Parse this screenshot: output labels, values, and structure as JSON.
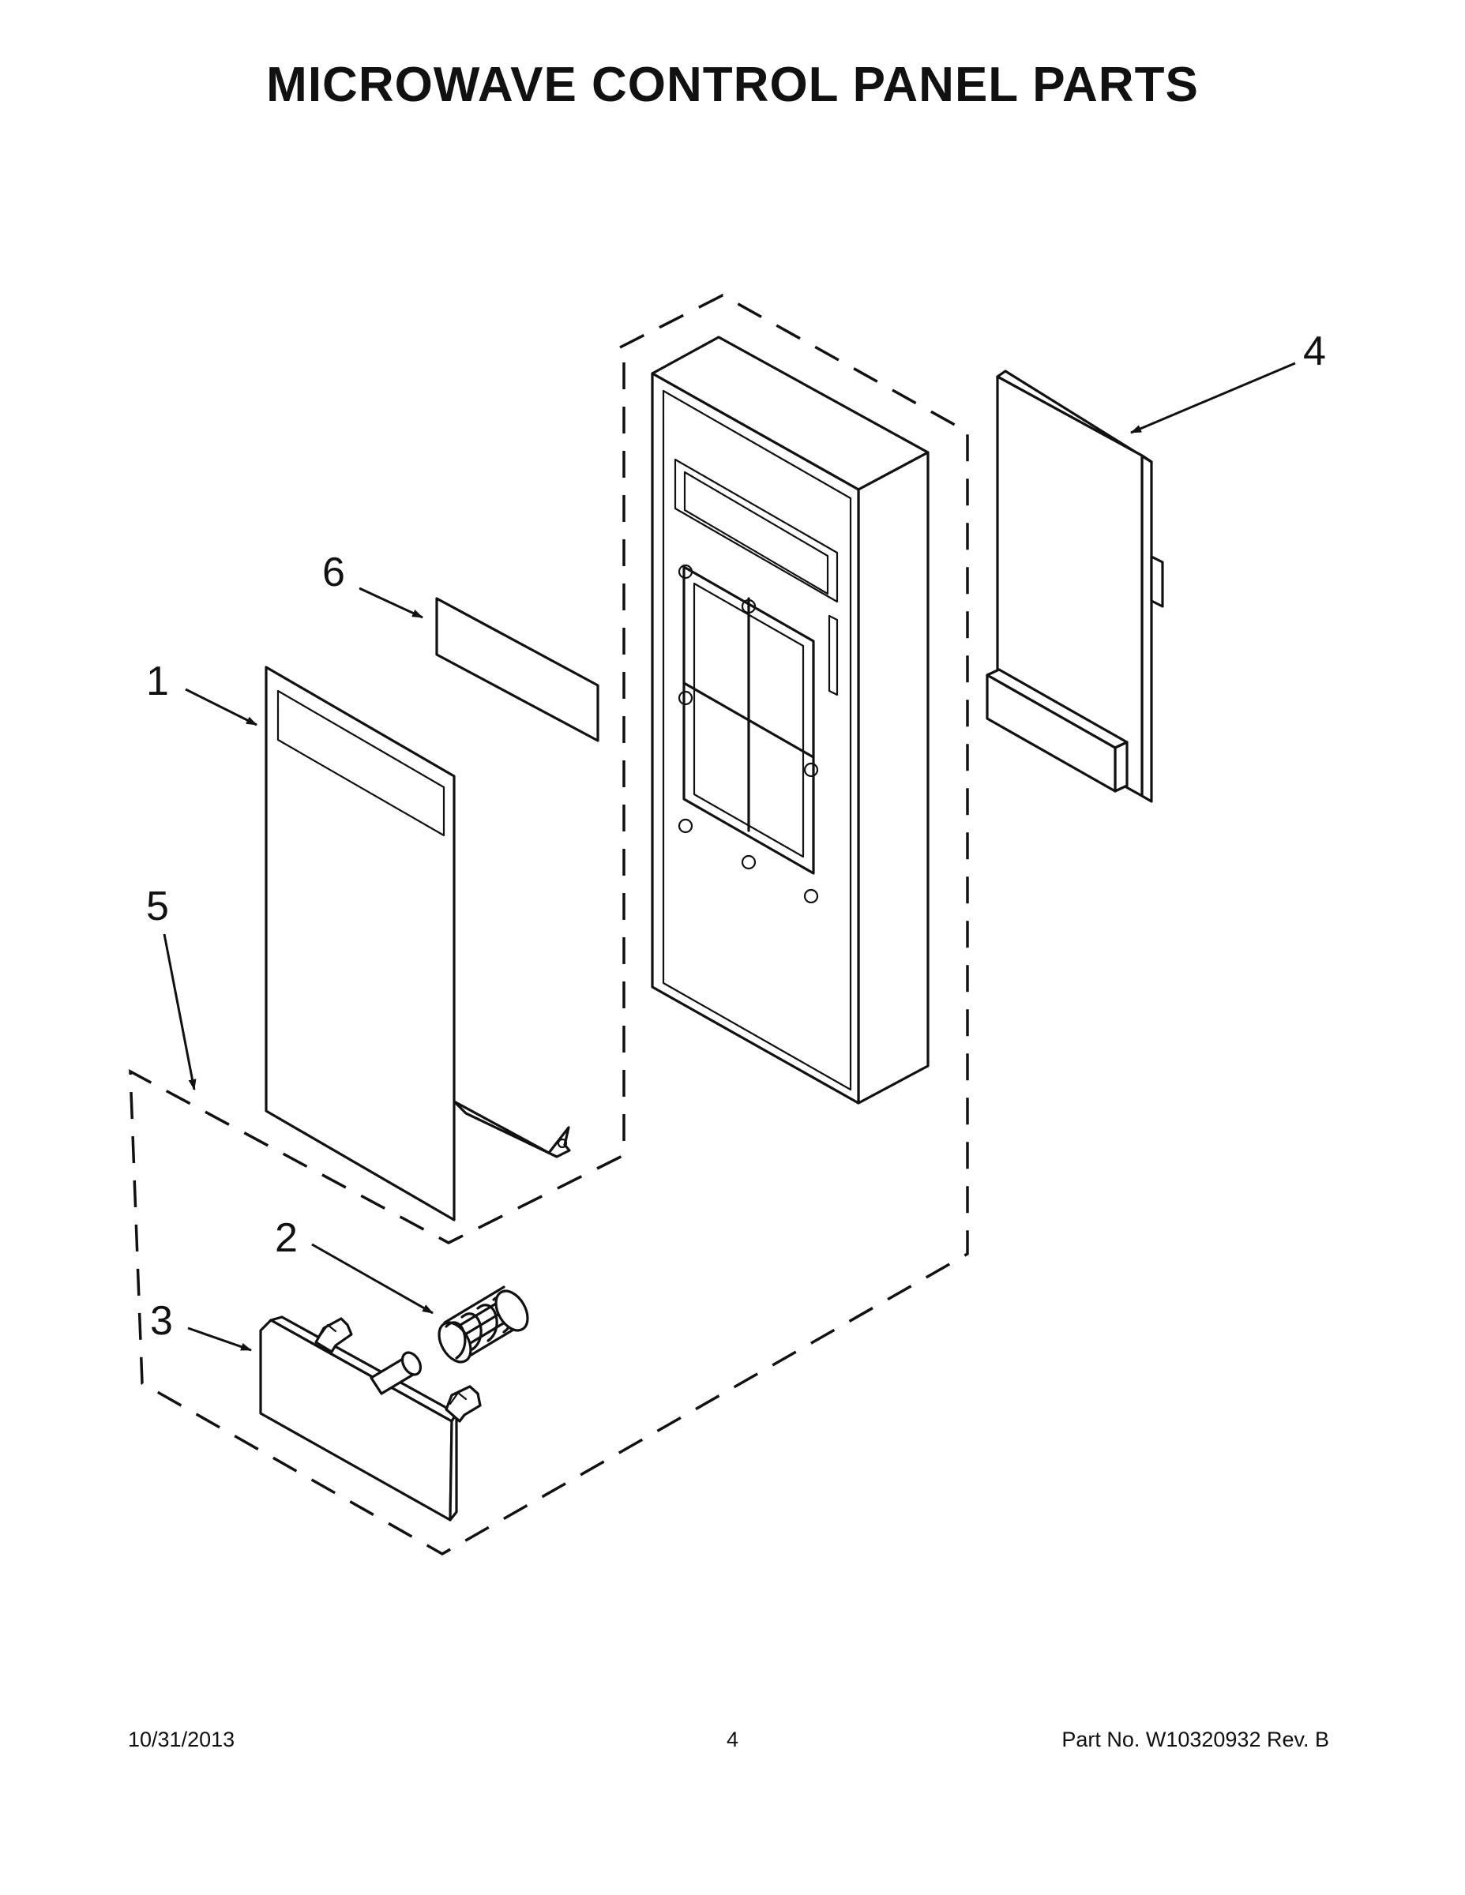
{
  "title": "MICROWAVE CONTROL PANEL PARTS",
  "callouts": {
    "1": "1",
    "2": "2",
    "3": "3",
    "4": "4",
    "5": "5",
    "6": "6"
  },
  "footer": {
    "date": "10/31/2013",
    "page": "4",
    "part_number": "Part No.  W10320932  Rev.  B"
  }
}
